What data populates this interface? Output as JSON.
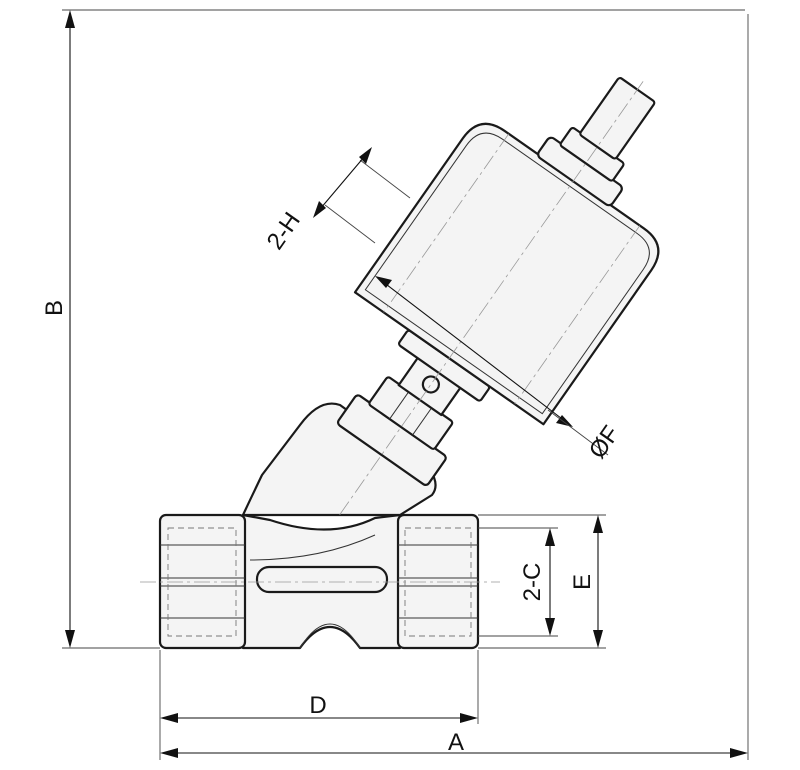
{
  "dimensions": {
    "A": "A",
    "B": "B",
    "D": "D",
    "E": "E",
    "C": "2-C",
    "F": "ØF",
    "H": "2-H"
  }
}
